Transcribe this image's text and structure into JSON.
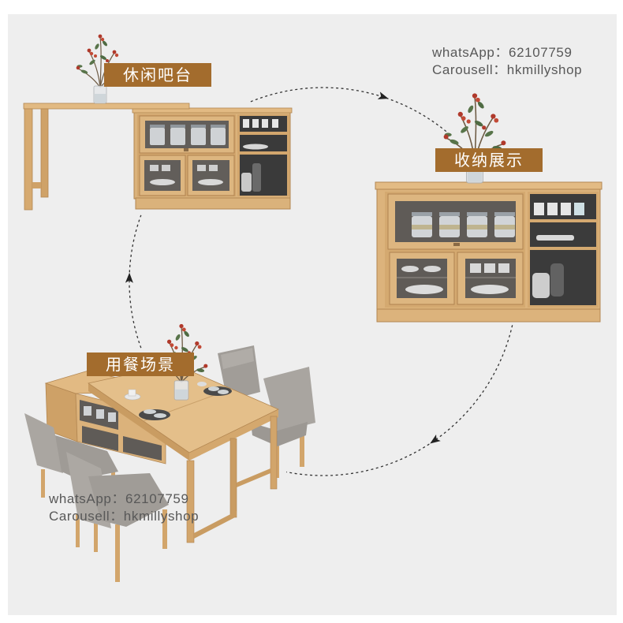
{
  "labels": {
    "bar_counter": "休闲吧台",
    "storage_display": "收纳展示",
    "dining_scene": "用餐场景"
  },
  "watermark": {
    "whatsapp": "whatsApp：62107759",
    "carousell": "Carousell：hkmillyshop"
  },
  "colors": {
    "panel_background": "#eeeeee",
    "label_background": "#a36c2d",
    "label_text": "#ffffff",
    "watermark_text": "#585858",
    "wood": "#dcb37c",
    "chair_fabric": "#a9a5a0",
    "arrow": "#333333"
  }
}
